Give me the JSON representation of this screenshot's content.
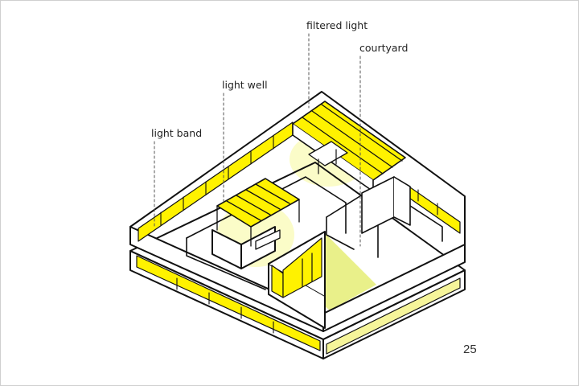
{
  "labels": {
    "light_band": "light band",
    "light_well": "light well",
    "filtered_light": "filtered light",
    "courtyard": "courtyard"
  },
  "page_number": "25",
  "colors": {
    "highlight": "#fff200",
    "highlight_soft": "#f6f59a",
    "courtyard_floor": "#e9f08a",
    "glow": "#fbfcc8",
    "line": "#111111",
    "leader": "#555555"
  }
}
